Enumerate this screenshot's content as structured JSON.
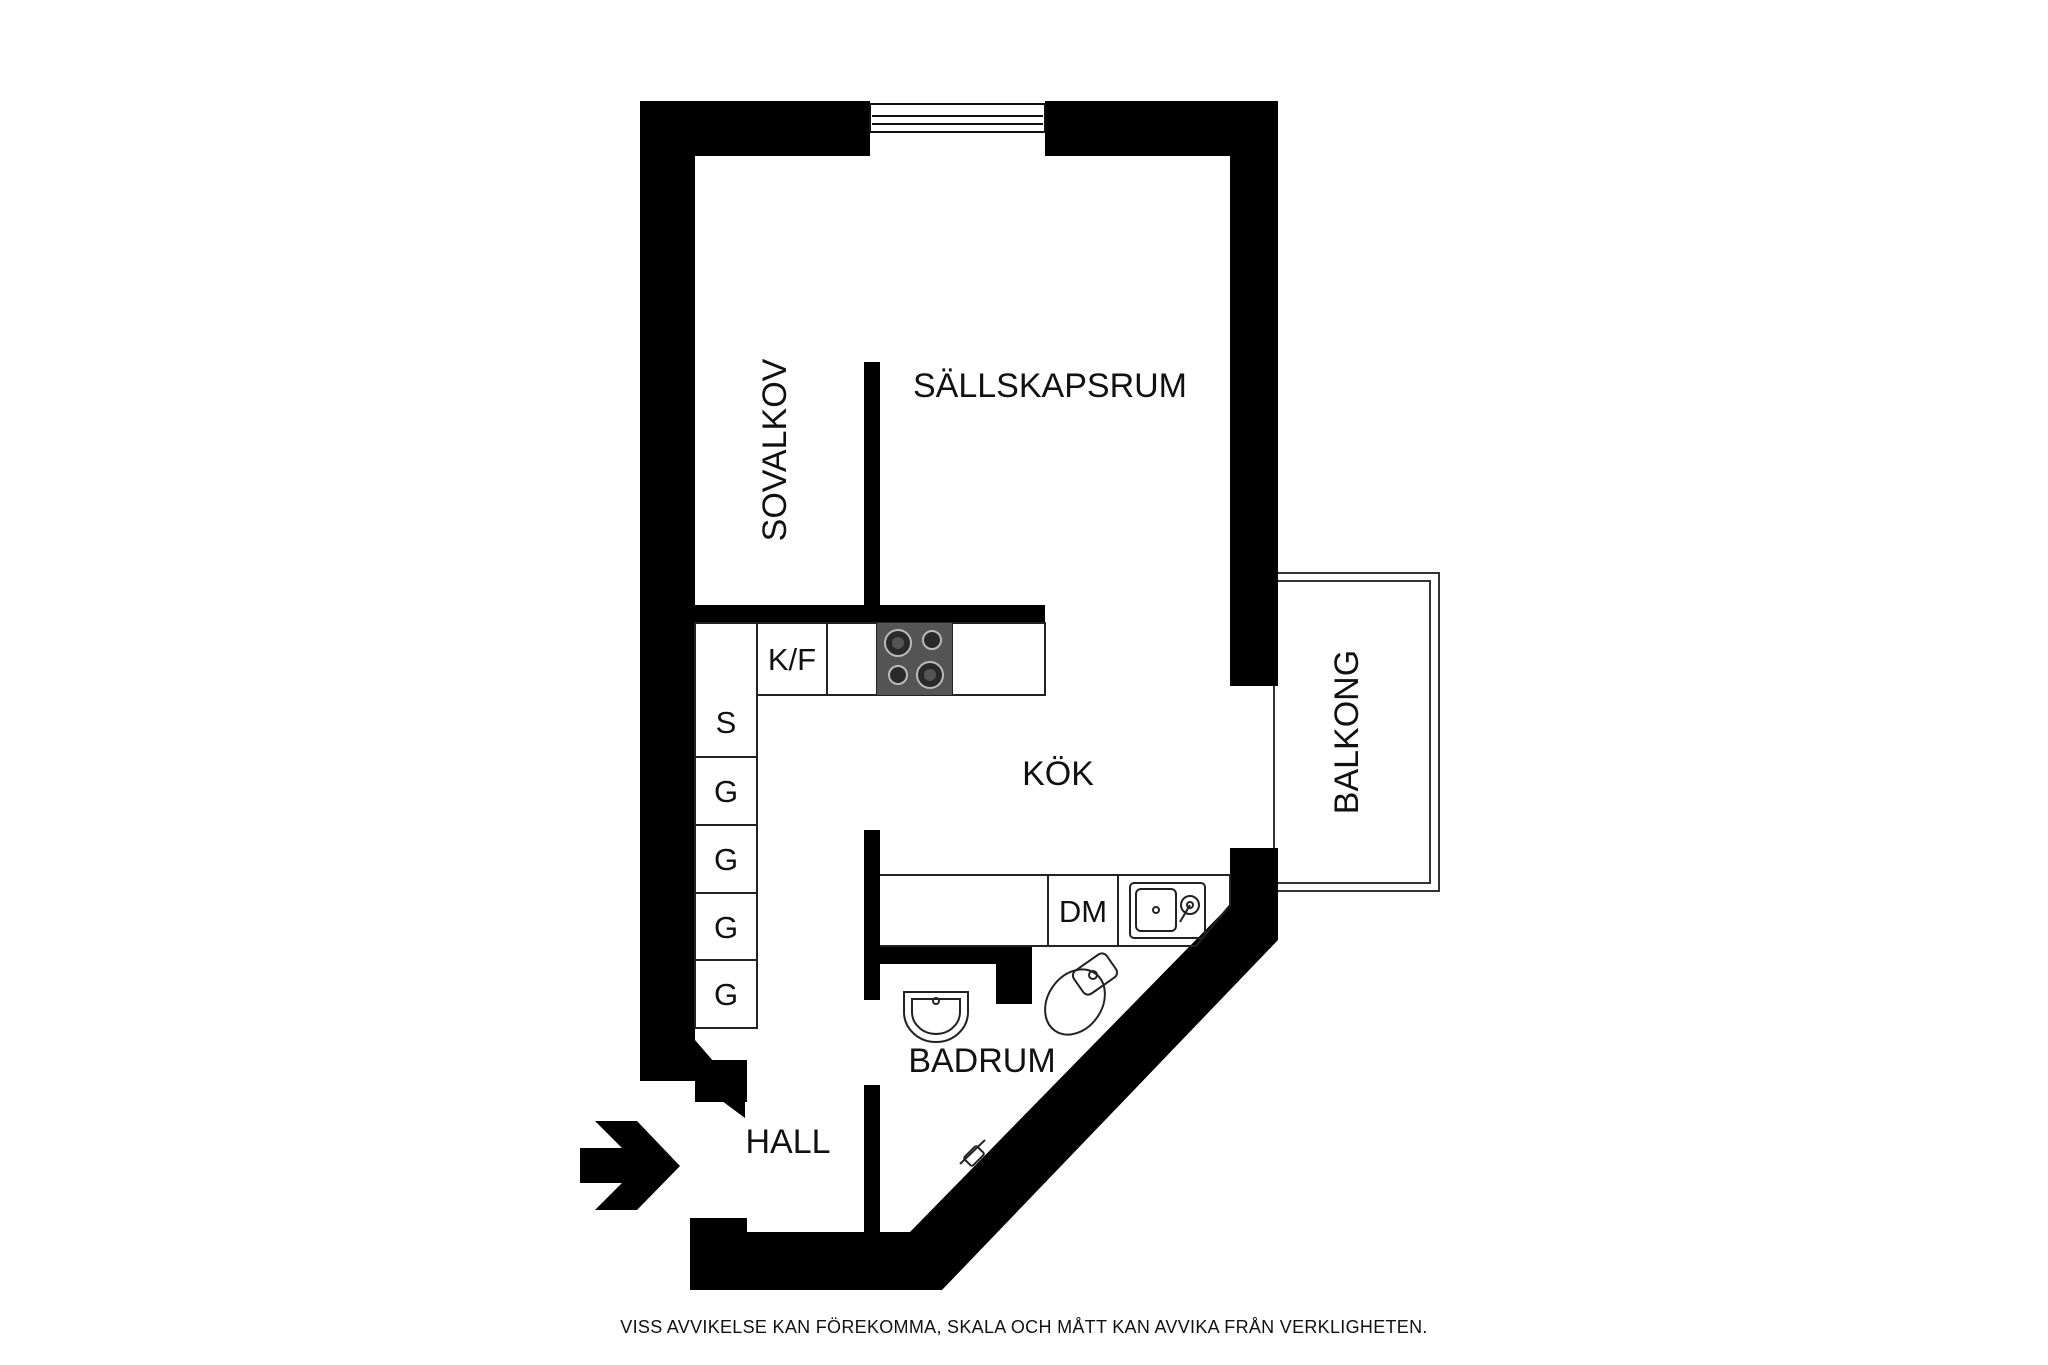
{
  "rooms": {
    "sovalkov": "SOVALKOV",
    "sallskapsrum": "SÄLLSKAPSRUM",
    "kok": "KÖK",
    "balkong": "BALKONG",
    "badrum": "BADRUM",
    "hall": "HALL"
  },
  "appliances": {
    "fridge_freezer": "K/F",
    "storage": "S",
    "wardrobe_1": "G",
    "wardrobe_2": "G",
    "wardrobe_3": "G",
    "wardrobe_4": "G",
    "dishwasher": "DM"
  },
  "disclaimer": "VISS AVVIKELSE KAN FÖREKOMMA, SKALA OCH MÅTT KAN AVVIKA FRÅN VERKLIGHETEN.",
  "colors": {
    "wall": "#000000",
    "stove": "#555555",
    "line": "#222222",
    "background": "#ffffff"
  },
  "icons": [
    "entrance-arrow-icon",
    "stove-icon",
    "sink-icon",
    "toilet-icon",
    "washbasin-icon",
    "window-icon"
  ]
}
